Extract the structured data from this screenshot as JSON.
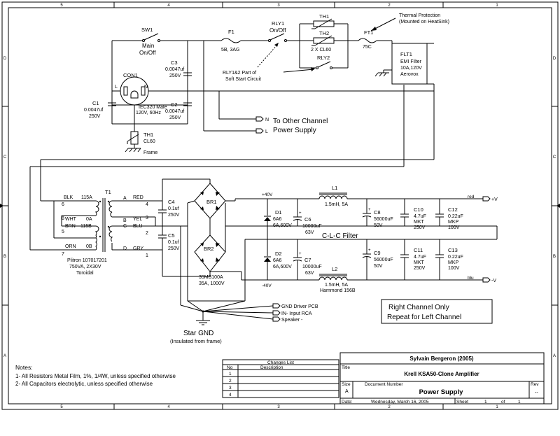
{
  "border": {
    "top_cols": [
      "5",
      "4",
      "3",
      "2",
      "1"
    ],
    "bottom_cols": [
      "5",
      "4",
      "3",
      "2",
      "1"
    ],
    "left_rows": [
      "D",
      "C",
      "B",
      "A"
    ],
    "right_rows": [
      "D",
      "C",
      "B",
      "A"
    ]
  },
  "mains": {
    "sw1": {
      "ref": "SW1",
      "label1": "Main",
      "label2": "On/Off"
    },
    "f1": {
      "ref": "F1",
      "value": "5B, 3AG"
    },
    "rly1": {
      "ref": "RLY1",
      "label": "On/Off"
    },
    "th1_top": {
      "ref": "TH1"
    },
    "th2": {
      "ref": "TH2",
      "value": "2 X CL60"
    },
    "rly2": {
      "ref": "RLY2"
    },
    "rly_note1": "RLY1&2 Part of",
    "rly_note2": "Soft Start Circuit",
    "thermal1": "Thermal Protection",
    "thermal2": "(Mounted on HeatSink)",
    "ft1": {
      "ref": "FT1",
      "value": "75C"
    },
    "flt1": {
      "ref": "FLT1",
      "l1": "EMI Filter",
      "l2": "10A,120V",
      "l3": "Aerovox"
    },
    "c3": {
      "ref": "C3",
      "v1": "0.0047uf",
      "v2": "250V"
    },
    "c1": {
      "ref": "C1",
      "v1": "0.0047uf",
      "v2": "250V"
    },
    "c2": {
      "ref": "C2",
      "v1": "0.0047uf",
      "v2": "250V"
    },
    "con1": {
      "ref": "CON1",
      "l": "L",
      "n": "N",
      "d1": "IEC320 Male",
      "d2": "120V, 60Hz"
    },
    "th1": {
      "ref": "TH1",
      "value": "CL60",
      "frame": "Frame"
    },
    "to_n": "N",
    "to_l": "L",
    "other1": "To Other Channel",
    "other2": "Power Supply"
  },
  "transformer": {
    "ref": "T1",
    "blk": "BLK",
    "blk_w": "115A",
    "wht": "WHT",
    "wht_w": "0A",
    "brn": "BRN",
    "brn_w": "115B",
    "orn": "ORN",
    "orn_w": "0B",
    "p6": "6",
    "p8": "8",
    "p5": "5",
    "p7": "7",
    "a": "A",
    "b": "B",
    "c": "C",
    "d": "D",
    "red": "RED",
    "yel": "YEL",
    "blu": "BLU",
    "gry": "GRY",
    "p4": "4",
    "p3": "3",
    "p2": "2",
    "p1": "1",
    "d1": "Plitron 107017201",
    "d2": "750VA, 2X30V",
    "d3": "Toroidal"
  },
  "rect": {
    "c4": {
      "ref": "C4",
      "v1": "0.1uf",
      "v2": "250V"
    },
    "c5": {
      "ref": "C5",
      "v1": "0.1uf",
      "v2": "250V"
    },
    "br1": "BR1",
    "br2": "BR2",
    "br_val1": "35MB100A",
    "br_val2": "35A, 1000V",
    "plus40": "+40V",
    "minus40": "-40V",
    "d1": {
      "ref": "D1",
      "value": "6A6",
      "v2": "6A,600V"
    },
    "d2": {
      "ref": "D2",
      "value": "6A6",
      "v2": "6A,600V"
    },
    "c6": {
      "ref": "C6",
      "v1": "10000uF",
      "v2": "63V"
    },
    "c7": {
      "ref": "C7",
      "v1": "10000uF",
      "v2": "63V"
    },
    "l1": {
      "ref": "L1",
      "value": "1.5mH, 5A"
    },
    "l2": {
      "ref": "L2",
      "value": "1.5mH, 5A",
      "v2": "Hammond 156B"
    },
    "clc": "C-L-C Filter",
    "c8": {
      "ref": "C8",
      "v1": "56000uF",
      "v2": "50V"
    },
    "c9": {
      "ref": "C9",
      "v1": "56000uF",
      "v2": "50V"
    },
    "c10": {
      "ref": "C10",
      "v1": "4.7uF",
      "v2": "MKT",
      "v3": "250V"
    },
    "c11": {
      "ref": "C11",
      "v1": "4.7uF",
      "v2": "MKT",
      "v3": "250V"
    },
    "c12": {
      "ref": "C12",
      "v1": "0.22uF",
      "v2": "MKP",
      "v3": "100V"
    },
    "c13": {
      "ref": "C13",
      "v1": "0.22uF",
      "v2": "MKP",
      "v3": "100V"
    },
    "red": "red",
    "blu": "blu",
    "out_pos": "+V",
    "out_neg": "-V",
    "gnd1": "GND Driver PCB",
    "gnd2": "IN- Input RCA",
    "gnd3": "Speaker -",
    "star1": "Star GND",
    "star2": "(Insulated from frame)"
  },
  "note_right": {
    "l1": "Right Channel Only",
    "l2": "Repeat for Left Channel"
  },
  "notes": {
    "title": "Notes:",
    "n1": "1- All Resistors Metal Film, 1%, 1/4W, unless specified otherwise",
    "n2": "2- All Capacitors electrolytic, unless specified otherwise"
  },
  "changes": {
    "title": "Changes List",
    "no": "No",
    "desc": "Description",
    "rows": [
      "1",
      "2",
      "3",
      "4"
    ]
  },
  "titleblock": {
    "author": "Sylvain Bergeron (2005)",
    "title_lbl": "Title",
    "title": "Krell KSA50-Clone Amplifier",
    "size_lbl": "Size",
    "size": "A",
    "docnum_lbl": "Document Number",
    "docnum": "Power Supply",
    "rev_lbl": "Rev",
    "rev": "--",
    "date_lbl": "Date:",
    "date": "Wednesday, March 16, 2005",
    "sheet_lbl": "Sheet",
    "sheet": "1",
    "of_lbl": "of",
    "of": "1"
  }
}
